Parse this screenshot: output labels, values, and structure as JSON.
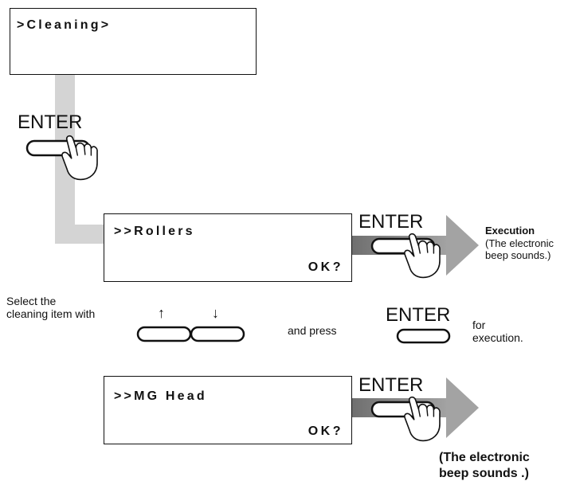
{
  "screen_top": {
    "text": ">Cleaning>"
  },
  "screen_rollers": {
    "text": ">>Rollers",
    "prompt": "OK?"
  },
  "screen_mghead": {
    "text": ">>MG Head",
    "prompt": "OK?"
  },
  "enter_label": "ENTER",
  "execution": {
    "title": "Execution",
    "note_line1": "(The electronic",
    "note_line2": "beep sounds.)"
  },
  "instruction": {
    "line1": "Select the",
    "line2": "cleaning item with",
    "and_press": "and press",
    "for_line1": "for",
    "for_line2": "execution."
  },
  "bottom_note": {
    "line1": "(The electronic",
    "line2": "beep sounds .)"
  },
  "arrows": {
    "up": "↑",
    "down": "↓"
  },
  "colors": {
    "flow_path": "#d4d4d4",
    "arrow": "#9a9a9a",
    "arrow_dark": "#6f6f6f",
    "stroke": "#111111"
  },
  "icons": [
    "pressing-hand-icon",
    "enter-key-icon",
    "up-arrow-key-icon",
    "down-arrow-key-icon",
    "flow-arrow-icon"
  ]
}
